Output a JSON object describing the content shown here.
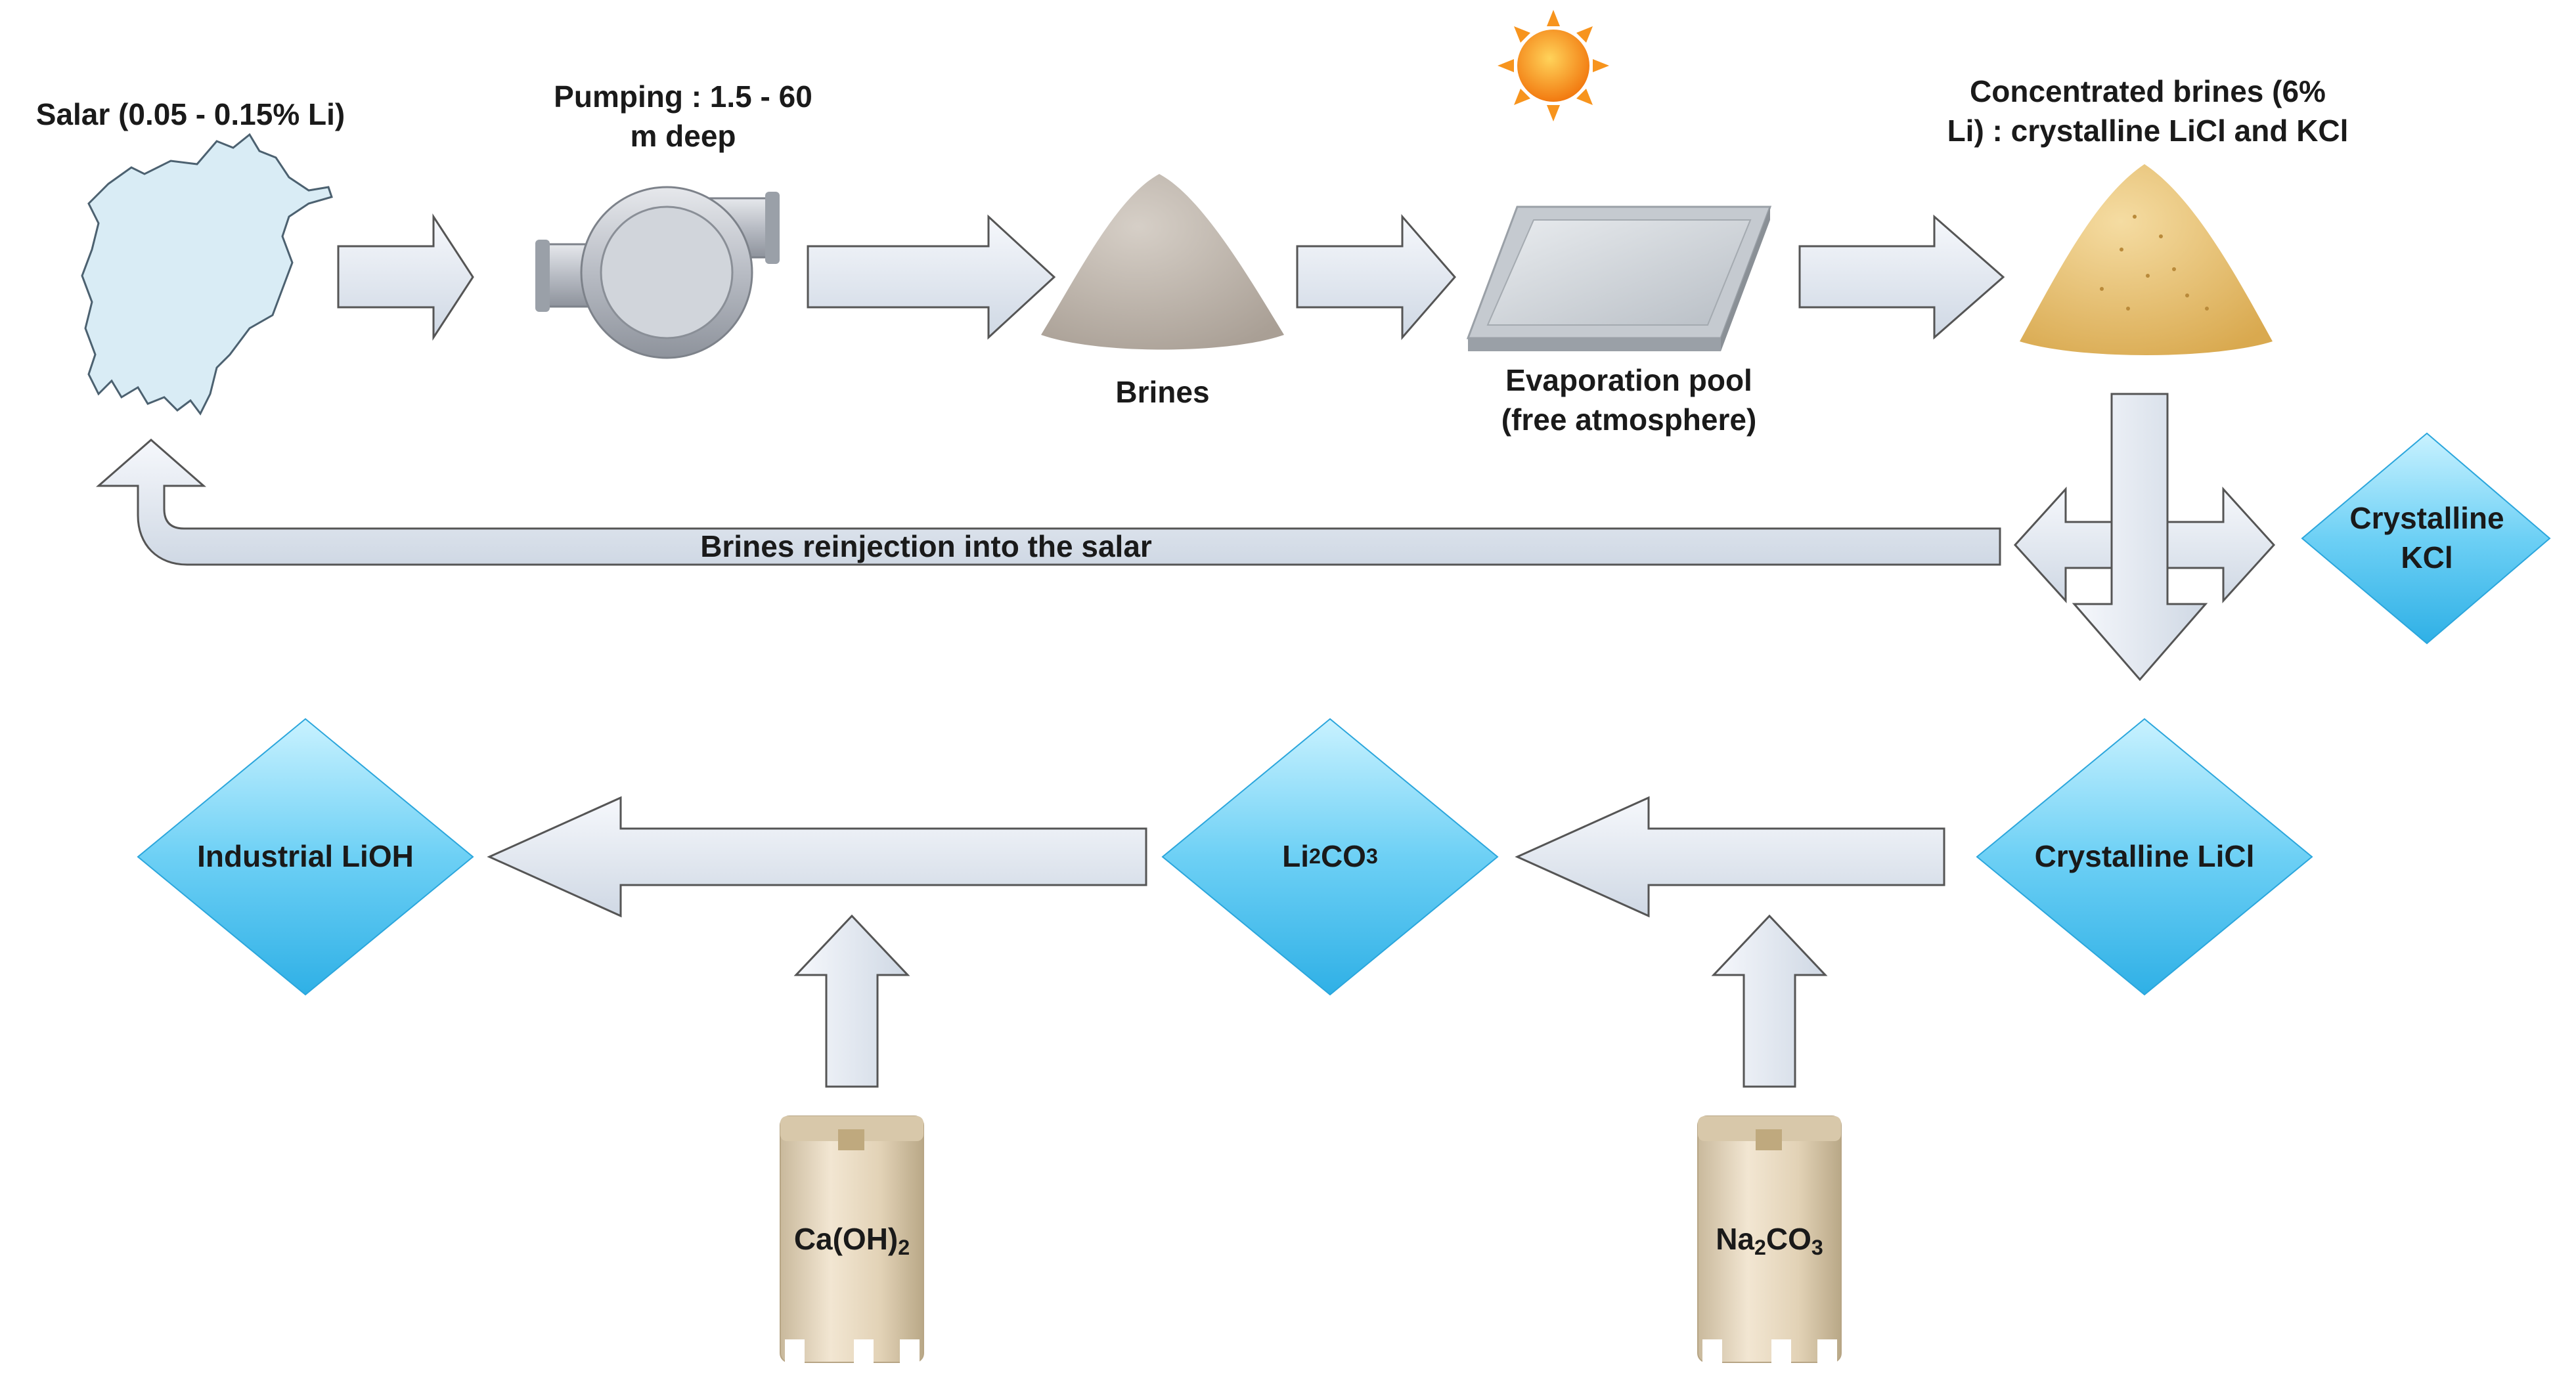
{
  "labels": {
    "salar": "Salar (0.05 - 0.15% Li)",
    "pumping_line1": "Pumping : 1.5 - 60",
    "pumping_line2": "m deep",
    "brines": "Brines",
    "evaporation_line1": "Evaporation pool",
    "evaporation_line2": "(free atmosphere)",
    "concentrated_line1": "Concentrated brines (6%",
    "concentrated_line2": "Li) : crystalline LiCl and KCl",
    "reinjection": "Brines reinjection into the salar"
  },
  "nodes": {
    "crystalline_kcl_line1": "Crystalline",
    "crystalline_kcl_line2": "KCl",
    "crystalline_licl": "Crystalline LiCl",
    "li2co3_main": "Li",
    "li2co3_sub": "2",
    "li2co3_tail": "CO",
    "li2co3_sub2": "3",
    "industrial_lioh": "Industrial LiOH"
  },
  "reagents": {
    "caoh2_main": "Ca(OH)",
    "caoh2_sub": "2",
    "na2co3_main": "Na",
    "na2co3_sub": "2",
    "na2co3_tail": "CO",
    "na2co3_sub2": "3"
  },
  "colors": {
    "arrow_fill_light": "#f3f6fb",
    "arrow_fill_dark": "#d3dbe7",
    "arrow_stroke": "#4a4a4a",
    "diamond_light": "#bfeefe",
    "diamond_dark": "#36b6e8",
    "salar_fill": "#d8ebf4",
    "brines_pile": "#c3bbb2",
    "concentrated_pile": "#e5c27a",
    "sun": "#f7941d",
    "bottle": "#e6d6bc"
  },
  "icons": [
    "salar-map-icon",
    "pump-icon",
    "brine-pile-icon",
    "evaporation-pool-icon",
    "sun-icon",
    "salt-pile-icon",
    "reagent-bottle-icon"
  ]
}
